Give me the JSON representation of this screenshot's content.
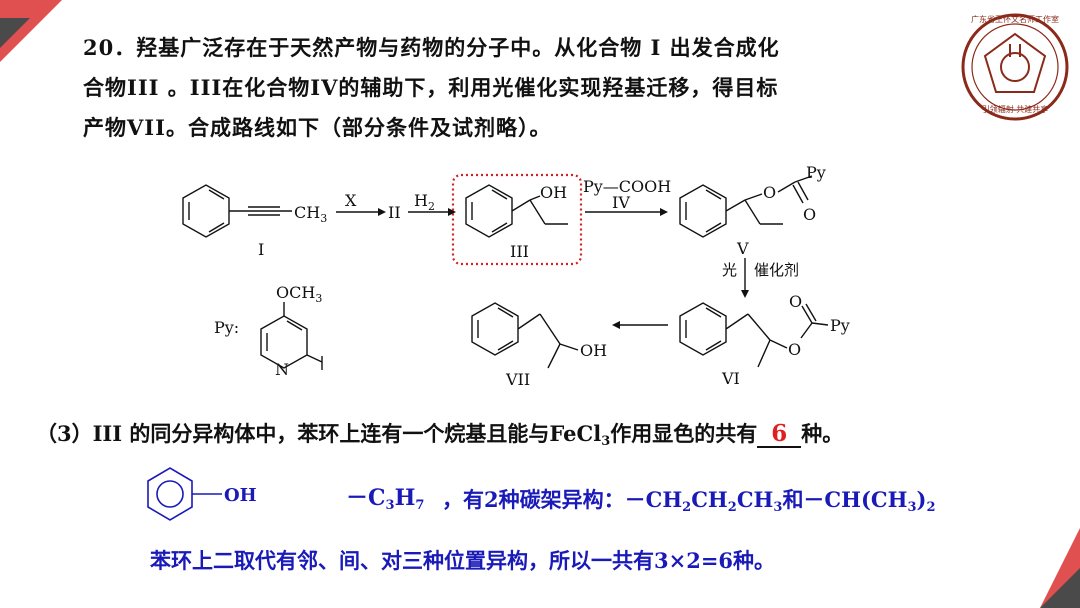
{
  "question": {
    "line1": "20．羟基广泛存在于天然产物与药物的分子中。从化合物 I 出发合成化",
    "line2": "合物III 。III在化合物IV的辅助下，利用光催化实现羟基迁移，得目标",
    "line3": "产物VII。合成路线如下（部分条件及试剂略）。"
  },
  "scheme": {
    "ch3": "CH",
    "sub3": "3",
    "reagent_x": "X",
    "compound_ii": "II",
    "h2": "H",
    "sub2": "2",
    "oh": "OH",
    "compound_i": "I",
    "compound_iii": "III",
    "pycooh": "Py—COOH",
    "compound_iv": "IV",
    "py": "Py",
    "o": "O",
    "compound_v": "V",
    "light": "光",
    "catalyst": "催化剂",
    "och3": "OCH",
    "py_label": "Py:",
    "n": "N",
    "compound_vi": "VI",
    "compound_vii": "VII"
  },
  "part3": {
    "prefix": "（3）III 的同分异构体中，苯环上连有一个烷基且能与FeCl",
    "sub": "3",
    "suffix": "作用显色的共有",
    "answer": "6",
    "end": "种。"
  },
  "explanation": {
    "phenol_oh": "OH",
    "c3h7_a": "－C",
    "c3h7_sub1": "3",
    "c3h7_b": "H",
    "c3h7_sub2": "7",
    "isomers_a": "，有2种碳架异构：－CH",
    "isomers_s1": "2",
    "isomers_b": "CH",
    "isomers_s2": "2",
    "isomers_c": "CH",
    "isomers_s3": "3",
    "isomers_d": "和－CH(CH",
    "isomers_s4": "3",
    "isomers_e": ")",
    "isomers_s5": "2",
    "conclusion": "苯环上二取代有邻、间、对三种位置异构，所以一共有3×2=6种。"
  },
  "logo": {
    "ring_text": "广东省王怀文名师工作室",
    "bottom_text": "引领辐射 共建共享"
  },
  "colors": {
    "accent_red": "#e05050",
    "dark_gray": "#4a4a4a",
    "explanation_blue": "#1a1ab8",
    "answer_red": "#e02020",
    "logo_brown": "#8b2a1a"
  }
}
